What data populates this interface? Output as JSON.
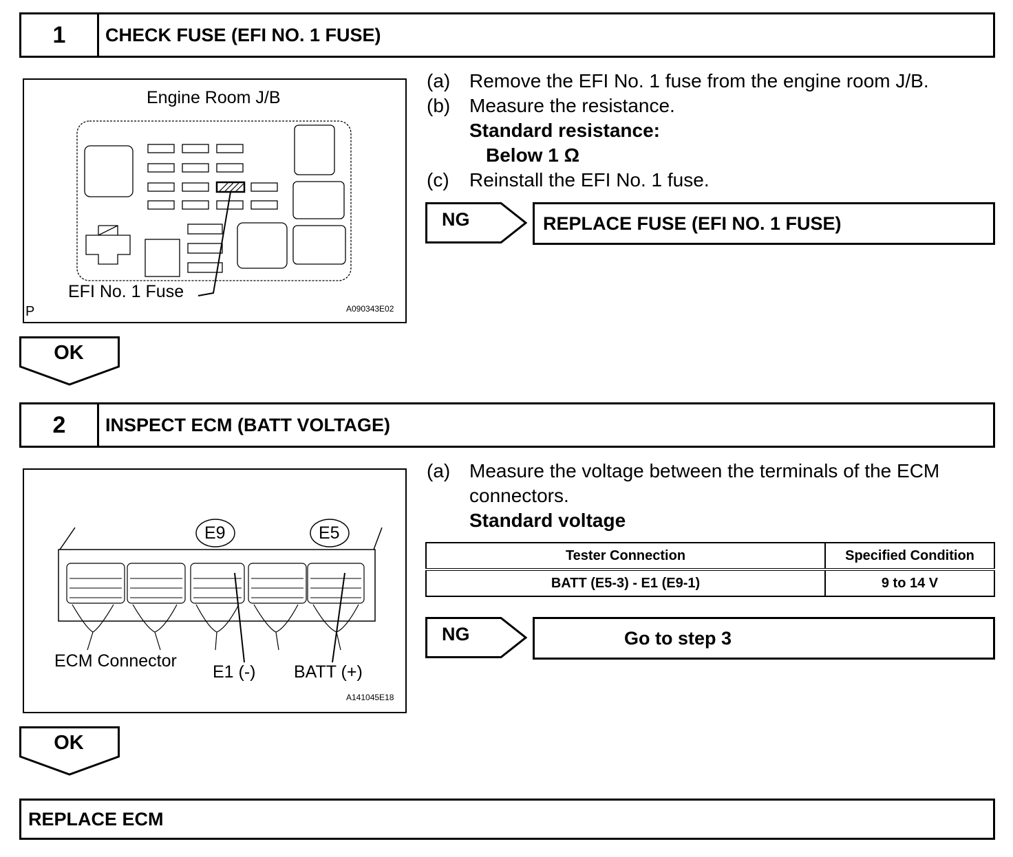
{
  "step1": {
    "number": "1",
    "title": "CHECK FUSE (EFI NO. 1 FUSE)",
    "figure": {
      "heading": "Engine Room J/B",
      "callout": "EFI No. 1 Fuse",
      "corner_mark": "P",
      "code": "A090343E02"
    },
    "instructions": [
      {
        "marker": "(a)",
        "text": "Remove the EFI No. 1 fuse from the engine room J/B."
      },
      {
        "marker": "(b)",
        "text": "Measure the resistance."
      },
      {
        "marker": "(c)",
        "text": "Reinstall the EFI No. 1 fuse."
      }
    ],
    "standard_label": "Standard resistance:",
    "standard_value": "Below 1 Ω",
    "ng_label": "NG",
    "ng_result": "REPLACE FUSE (EFI NO. 1 FUSE)",
    "ok_label": "OK"
  },
  "step2": {
    "number": "2",
    "title": "INSPECT ECM (BATT VOLTAGE)",
    "figure": {
      "connector_e9": "E9",
      "connector_e5": "E5",
      "label_connector": "ECM Connector",
      "label_e1": "E1 (-)",
      "label_batt": "BATT (+)",
      "code": "A141045E18"
    },
    "instructions": [
      {
        "marker": "(a)",
        "text_line1": "Measure the voltage between the terminals of the ECM",
        "text_line2": "connectors."
      }
    ],
    "standard_label": "Standard voltage",
    "table": {
      "headers": [
        "Tester Connection",
        "Specified Condition"
      ],
      "rows": [
        [
          "BATT (E5-3) - E1 (E9-1)",
          "9 to 14 V"
        ]
      ]
    },
    "ng_label": "NG",
    "ng_result": "Go to step 3",
    "ok_label": "OK"
  },
  "final": {
    "text": "REPLACE ECM"
  }
}
